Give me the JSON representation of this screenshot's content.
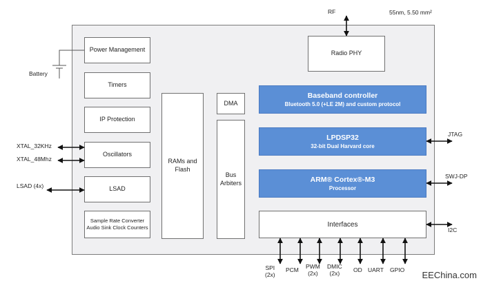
{
  "process_info": "55nm, 5.50 mm²",
  "blocks": {
    "power_management": "Power Management",
    "timers": "Timers",
    "ip_protection": "IP Protection",
    "oscillators": "Oscillators",
    "lsad": "LSAD",
    "src_line1": "Sample Rate Converter",
    "src_line2": "Audio Sink Clock Counters",
    "rams_line1": "RAMs and",
    "rams_line2": "Flash",
    "dma": "DMA",
    "bus_line1": "Bus",
    "bus_line2": "Arbiters",
    "radio_phy": "Radio PHY",
    "interfaces": "Interfaces"
  },
  "processors": {
    "baseband_title": "Baseband controller",
    "baseband_sub": "Bluetooth 5.0 (+LE 2M) and custom protocol",
    "lpdsp_title": "LPDSP32",
    "lpdsp_sub": "32-bit Dual Harvard core",
    "arm_title": "ARM® Cortex®-M3",
    "arm_sub": "Processor"
  },
  "external": {
    "rf": "RF",
    "battery": "Battery",
    "xtal_32": "XTAL_32KHz",
    "xtal_48": "XTAL_48Mhz",
    "lsad_in": "LSAD (4x)",
    "jtag": "JTAG",
    "swj_dp": "SWJ-DP",
    "i2c": "I2C"
  },
  "bottom_io": {
    "spi_line1": "SPI",
    "spi_line2": "(2x)",
    "pcm": "PCM",
    "pwm_line1": "PWM",
    "pwm_line2": "(2x)",
    "dmic_line1": "DMIC",
    "dmic_line2": "(2x)",
    "od": "OD",
    "uart": "UART",
    "gpio": "GPIO"
  },
  "watermark": "EEChina.com",
  "colors": {
    "processor_blue": "#5b8fd6",
    "chip_background": "#f0f0f2",
    "block_border": "#6f6f6f"
  }
}
